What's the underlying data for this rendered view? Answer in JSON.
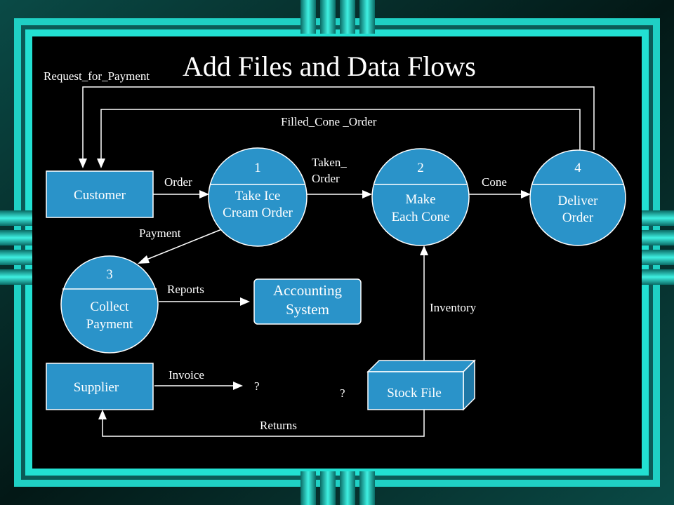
{
  "title": "Add Files and Data Flows",
  "colors": {
    "frame_teal": "#1fd0c4",
    "frame_dark": "#063a38",
    "canvas": "#000000",
    "node_fill": "#2a93c9",
    "line": "#ffffff"
  },
  "entities": {
    "customer": "Customer",
    "supplier": "Supplier",
    "accounting": [
      "Accounting",
      "System"
    ]
  },
  "processes": {
    "p1": {
      "number": "1",
      "label": [
        "Take Ice",
        "Cream Order"
      ]
    },
    "p2": {
      "number": "2",
      "label": [
        "Make",
        "Each Cone"
      ]
    },
    "p3": {
      "number": "3",
      "label": [
        "Collect",
        "Payment"
      ]
    },
    "p4": {
      "number": "4",
      "label": [
        "Deliver",
        "Order"
      ]
    }
  },
  "stores": {
    "stock": "Stock File"
  },
  "flows": {
    "request_for_payment": "Request_for_Payment",
    "filled_cone_order": "Filled_Cone _Order",
    "order": "Order",
    "taken_order": [
      "Taken_",
      "Order"
    ],
    "cone": "Cone",
    "payment": "Payment",
    "reports": "Reports",
    "inventory": "Inventory",
    "invoice": "Invoice",
    "returns": "Returns"
  },
  "unknowns": {
    "invoice_target": "?",
    "stock_source": "?"
  }
}
